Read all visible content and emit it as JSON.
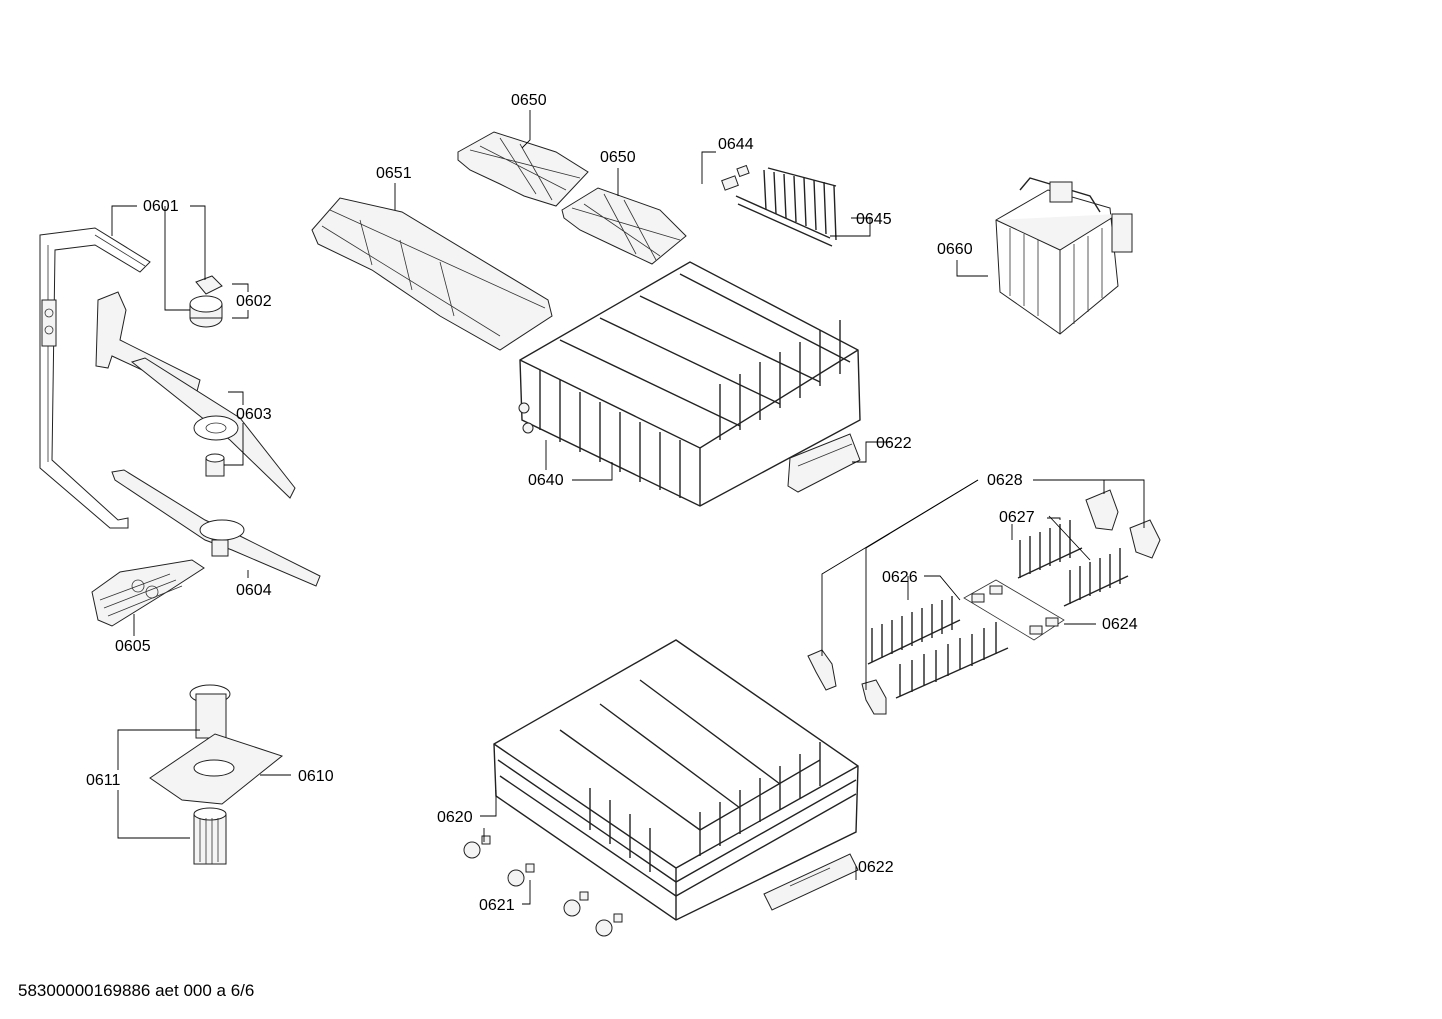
{
  "labels": {
    "l0650a": "0650",
    "l0650b": "0650",
    "l0651": "0651",
    "l0644": "0644",
    "l0645": "0645",
    "l0660": "0660",
    "l0601": "0601",
    "l0602": "0602",
    "l0603": "0603",
    "l0604": "0604",
    "l0605": "0605",
    "l0611": "0611",
    "l0610": "0610",
    "l0640": "0640",
    "l0622a": "0622",
    "l0622b": "0622",
    "l0628": "0628",
    "l0627": "0627",
    "l0626": "0626",
    "l0624": "0624",
    "l0620": "0620",
    "l0621": "0621"
  },
  "footer": "58300000169886 aet 000 a 6/6"
}
